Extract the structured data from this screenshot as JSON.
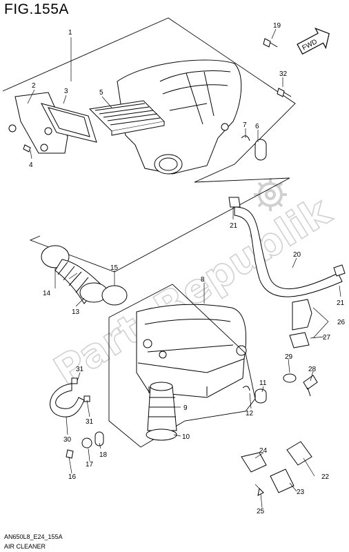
{
  "title": "FIG.155A",
  "watermark": "PartsRepublik",
  "fwd_label": "FWD",
  "footer": {
    "model_code": "AN650L8_E24_155A",
    "section_name": "AIR CLEANER"
  },
  "callouts": {
    "p1": "1",
    "p2": "2",
    "p3": "3",
    "p4": "4",
    "p5": "5",
    "p6": "6",
    "p7": "7",
    "p8": "8",
    "p9": "9",
    "p10": "10",
    "p11": "11",
    "p12": "12",
    "p13": "13",
    "p14": "14",
    "p15": "15",
    "p16": "16",
    "p17": "17",
    "p18": "18",
    "p19": "19",
    "p20": "20",
    "p21a": "21",
    "p21b": "21",
    "p22": "22",
    "p23": "23",
    "p24": "24",
    "p25": "25",
    "p26": "26",
    "p27": "27",
    "p28": "28",
    "p29": "29",
    "p30": "30",
    "p31a": "31",
    "p31b": "31",
    "p32": "32"
  },
  "colors": {
    "line": "#000000",
    "watermark": "#d0d0d0"
  }
}
